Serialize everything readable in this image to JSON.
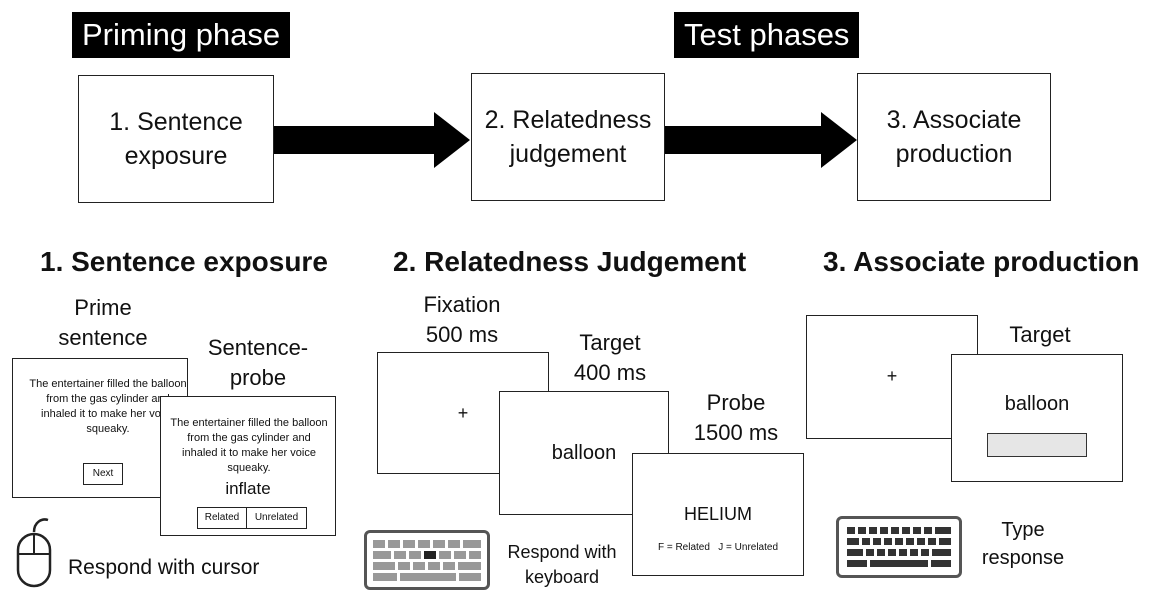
{
  "phases": {
    "priming": "Priming phase",
    "test": "Test phases"
  },
  "flow": {
    "box1": {
      "line1": "1.  Sentence",
      "line2": "exposure"
    },
    "box2": {
      "line1": "2. Relatedness",
      "line2": "judgement"
    },
    "box3": {
      "line1": "3. Associate",
      "line2": "production"
    }
  },
  "sections": {
    "s1": {
      "title": "1. Sentence exposure",
      "prime_caption_1": "Prime",
      "prime_caption_2": "sentence",
      "probe_caption_1": "Sentence-",
      "probe_caption_2": "probe",
      "prime_text": "The entertainer filled the balloon from the gas cylinder and inhaled it to make her voice squeaky.",
      "next_button": "Next",
      "probe_text": "The entertainer filled the balloon from the gas cylinder and inhaled it to make her voice squeaky.",
      "probe_word": "inflate",
      "related_button": "Related",
      "unrelated_button": "Unrelated",
      "response_text": "Respond with cursor"
    },
    "s2": {
      "title": "2. Relatedness Judgement",
      "fixation_caption_1": "Fixation",
      "fixation_caption_2": "500 ms",
      "fixation_symbol": "+",
      "target_caption_1": "Target",
      "target_caption_2": "400 ms",
      "target_word": "balloon",
      "probe_caption_1": "Probe",
      "probe_caption_2": "1500 ms",
      "probe_word": "HELIUM",
      "key_mapping": "F = Related   J = Unrelated",
      "response_line_1": "Respond with",
      "response_line_2": "keyboard"
    },
    "s3": {
      "title": "3. Associate production",
      "fixation_symbol": "+",
      "target_caption": "Target",
      "target_word": "balloon",
      "response_line_1": "Type",
      "response_line_2": "response"
    }
  }
}
